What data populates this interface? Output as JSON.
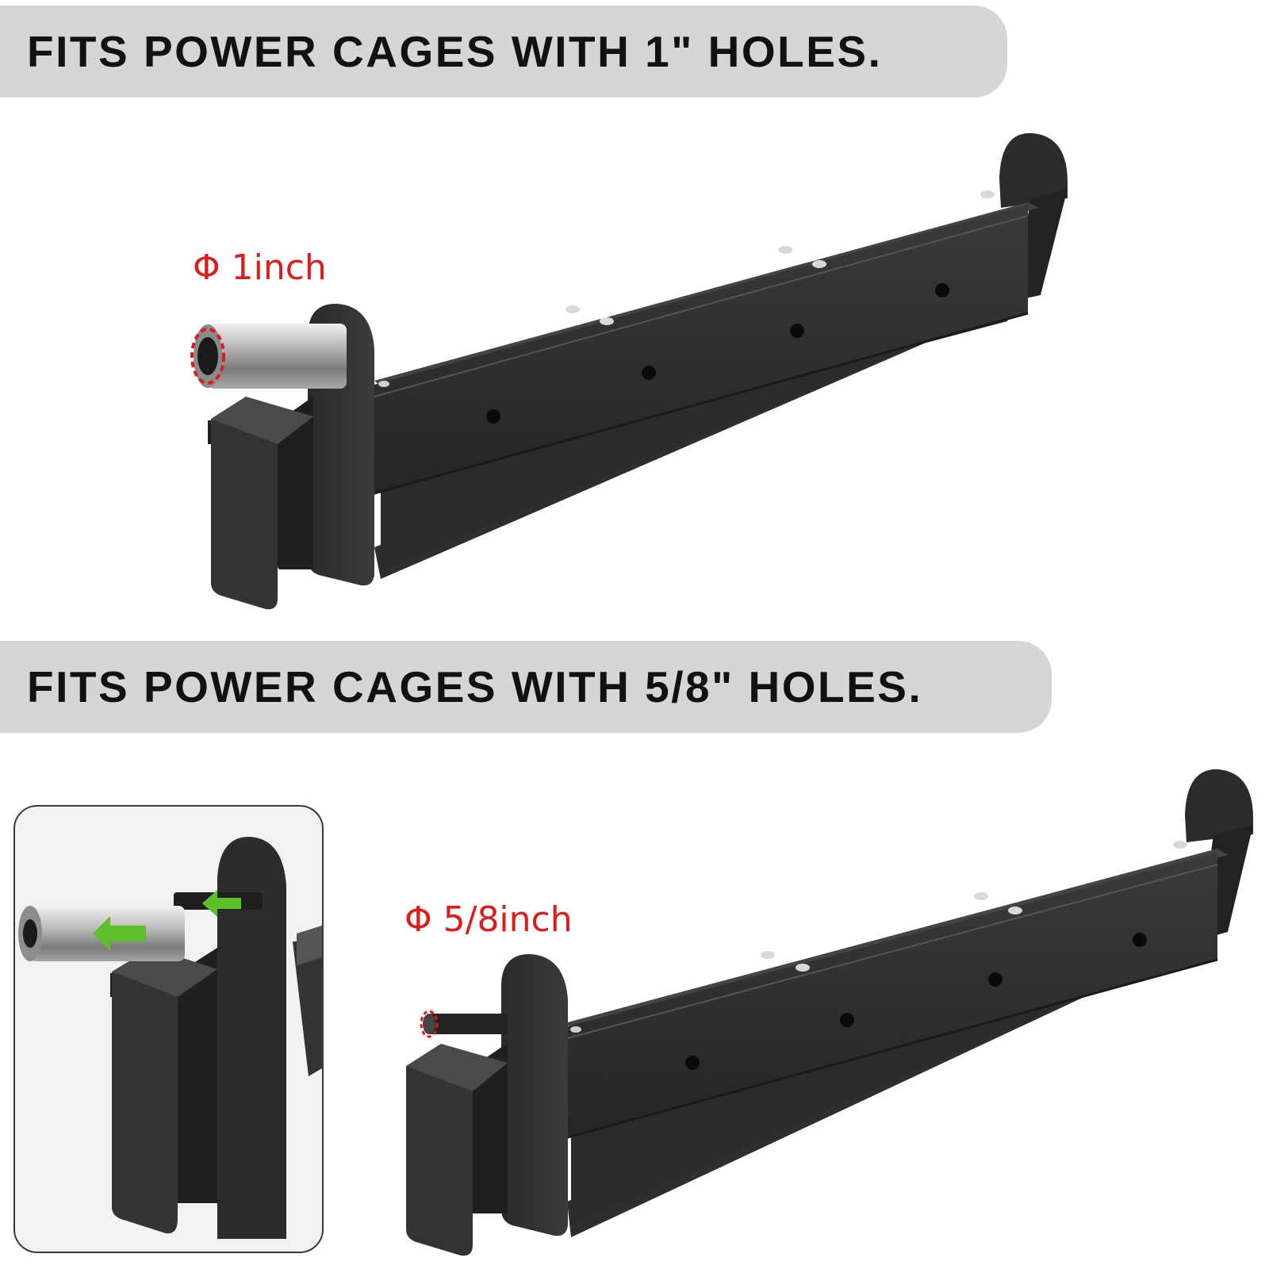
{
  "banners": {
    "top": "FITS POWER CAGES WITH 1\" HOLES.",
    "bottom": "FITS POWER CAGES WITH 5/8\" HOLES."
  },
  "dimensions": {
    "top": "Φ 1inch",
    "bottom": "Φ 5/8inch"
  },
  "colors": {
    "banner_bg": "#d6d6d6",
    "accent_red": "#e01b1b",
    "arrow_green": "#5fbf2a",
    "steel_dark": "#2f2f2f"
  },
  "icons": [
    "arm-top",
    "arm-bottom",
    "inset-detail",
    "pin-arrow"
  ]
}
